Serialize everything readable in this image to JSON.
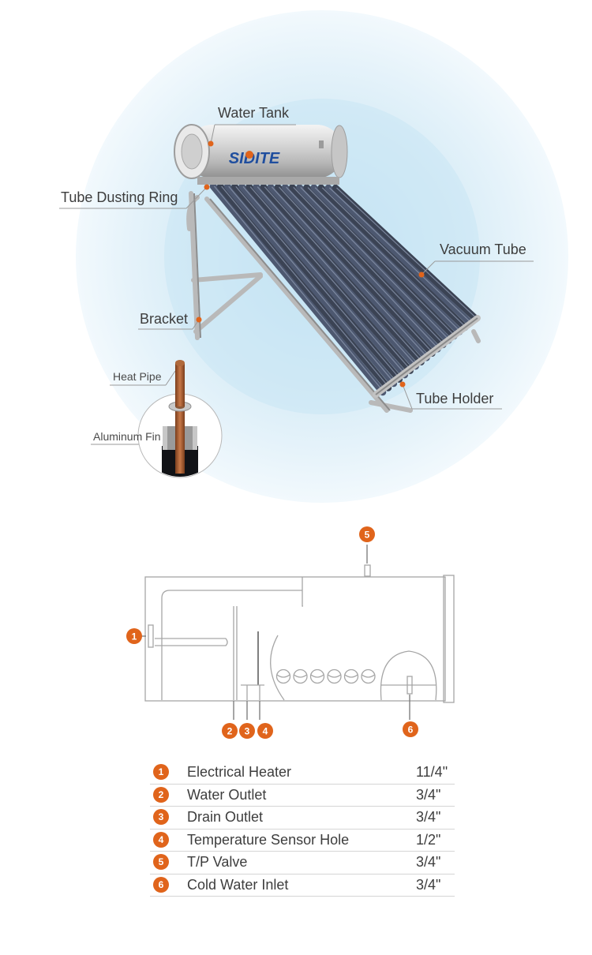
{
  "brand": {
    "logo_text": "SIDITE"
  },
  "callouts": {
    "water_tank": "Water Tank",
    "tube_dusting_ring": "Tube Dusting Ring",
    "vacuum_tube": "Vacuum Tube",
    "bracket": "Bracket",
    "tube_holder": "Tube Holder",
    "heat_pipe": "Heat Pipe",
    "aluminum_fin": "Aluminum Fin"
  },
  "diagram_markers": [
    "1",
    "2",
    "3",
    "4",
    "5",
    "6"
  ],
  "specs": [
    {
      "num": "1",
      "name": "Electrical Heater",
      "size": "11/4\""
    },
    {
      "num": "2",
      "name": "Water Outlet",
      "size": "3/4\""
    },
    {
      "num": "3",
      "name": "Drain Outlet",
      "size": "3/4\""
    },
    {
      "num": "4",
      "name": "Temperature Sensor Hole",
      "size": "1/2\""
    },
    {
      "num": "5",
      "name": "T/P Valve",
      "size": "3/4\""
    },
    {
      "num": "6",
      "name": "Cold Water Inlet",
      "size": "3/4\""
    }
  ],
  "colors": {
    "accent": "#e0641b",
    "glow_outer": "#eaf5fb",
    "glow_inner": "#cfe8f5",
    "line": "#9a9a9a"
  }
}
